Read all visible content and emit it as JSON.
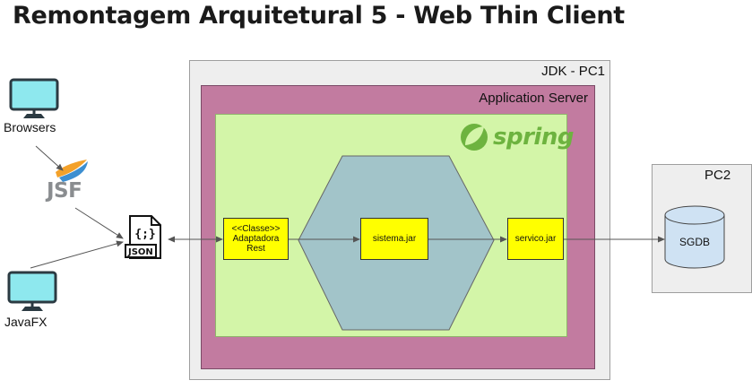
{
  "title": "Remontagem Arquitetural 5 - Web Thin Client",
  "containers": {
    "jdk": "JDK - PC1",
    "app_server": "Application Server",
    "pc2": "PC2"
  },
  "clients": {
    "browsers": "Browsers",
    "javafx": "JavaFX",
    "jsf": "JSF",
    "json": "JSON",
    "json_glyph": "{;}"
  },
  "components": {
    "adaptadora": [
      "<<Classe>>",
      "Adaptadora",
      "Rest"
    ],
    "sistema": "sistema.jar",
    "servico": "servico.jar",
    "sgdb": "SGDB"
  },
  "logo": {
    "spring": "spring"
  },
  "colors": {
    "app_server": "#c27ba0",
    "spring_area": "#d3f5a8",
    "hexagon": "#a2c4c9",
    "component": "#ffff00",
    "database": "#cfe2f3",
    "spring_green": "#6db33f"
  }
}
